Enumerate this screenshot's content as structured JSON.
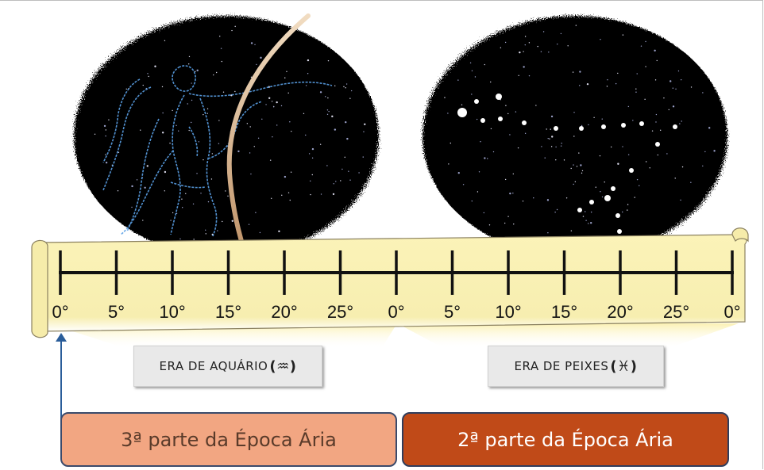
{
  "ruler": {
    "labels": [
      "0°",
      "5°",
      "10°",
      "15°",
      "20°",
      "25°",
      "0°",
      "5°",
      "10°",
      "15°",
      "20°",
      "25°",
      "0°"
    ]
  },
  "eras": [
    {
      "text": "ERA DE AQUÁRIO",
      "symbol": "(♒)"
    },
    {
      "text": "ERA DE PEIXES",
      "symbol": "(♓)"
    }
  ],
  "epochs": [
    {
      "label": "3ª parte da Época Ária",
      "color": "#f2a682"
    },
    {
      "label": "2ª parte da Época Ária",
      "color": "#c04a18"
    }
  ],
  "colors": {
    "scroll": "#fbf3b8",
    "sky": "#050505",
    "constellation": "#5aa0e6",
    "arrow": "#d8b28a",
    "pointer": "#2a5d9a"
  }
}
